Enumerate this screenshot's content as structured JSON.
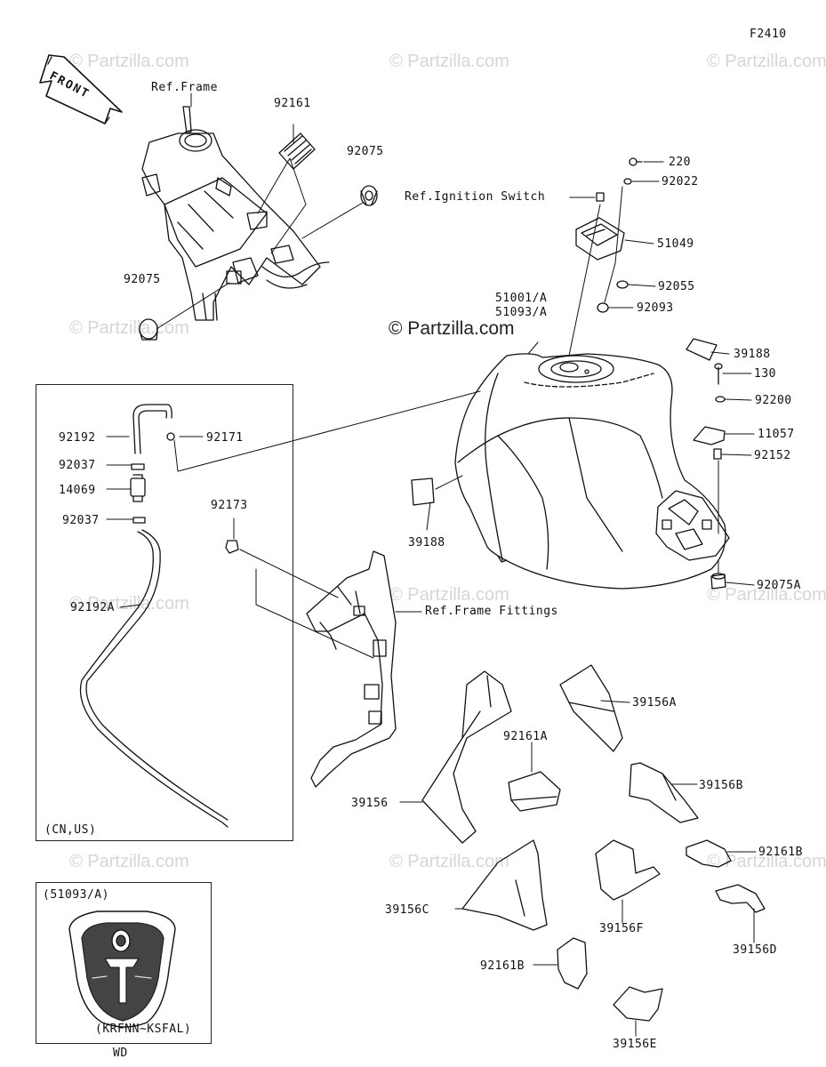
{
  "figure_id": "F2410",
  "front_label": "FRONT",
  "watermark": "© Partzilla.com",
  "watermark_main": "© Partzilla.com",
  "references": {
    "ref_frame": "Ref.Frame",
    "ref_ignition": "Ref.Ignition Switch",
    "ref_frame_fittings": "Ref.Frame Fittings"
  },
  "box_labels": {
    "cn_us": "(CN,US)",
    "variant_top": "(51093/A)",
    "variant_bottom": "(KRFNN~KSFAL)",
    "variant_footer": "WD"
  },
  "parts": {
    "p92161": "92161",
    "p92075_top": "92075",
    "p92075_left": "92075",
    "p220": "220",
    "p92022": "92022",
    "p51049": "51049",
    "p92055": "92055",
    "p92093": "92093",
    "p51001A": "51001/A",
    "p51093A": "51093/A",
    "p39188_top": "39188",
    "p130": "130",
    "p92200": "92200",
    "p11057": "11057",
    "p92152": "92152",
    "p92075A": "92075A",
    "p39188_left": "39188",
    "p92192": "92192",
    "p92171": "92171",
    "p92037_a": "92037",
    "p14069": "14069",
    "p92037_b": "92037",
    "p92192A": "92192A",
    "p92173": "92173",
    "p39156A": "39156A",
    "p92161A": "92161A",
    "p39156B": "39156B",
    "p39156": "39156",
    "p92161B_r": "92161B",
    "p39156C": "39156C",
    "p39156F": "39156F",
    "p39156D": "39156D",
    "p92161B_l": "92161B",
    "p39156E": "39156E"
  }
}
